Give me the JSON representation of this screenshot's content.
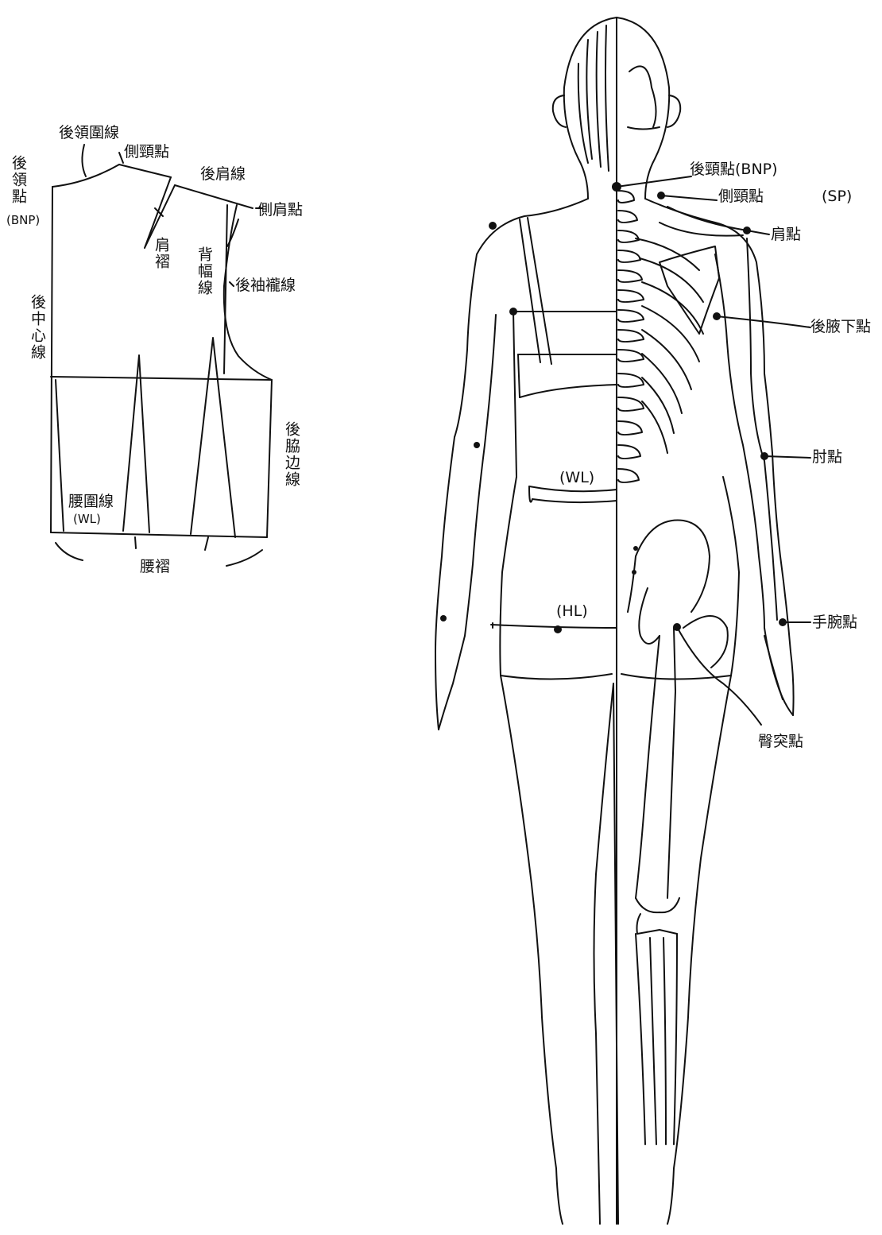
{
  "pattern": {
    "labels": {
      "back_neckline": "後領圍線",
      "side_neck_point": "側頸點",
      "back_neck_point": "後領點",
      "back_neck_point_abbr": "(BNP)",
      "back_shoulder_line": "後肩線",
      "side_shoulder_point": "側肩點",
      "shoulder_dart": "肩褶",
      "back_width_line": "背幅線",
      "back_armhole_line": "後袖襱線",
      "center_back_line": "後中心線",
      "back_side_seam": "後脇边線",
      "waist_line": "腰圍線",
      "waist_line_abbr": "(WL)",
      "waist_dart": "腰褶"
    }
  },
  "figure": {
    "labels": {
      "back_neck_point": "後頸點(BNP)",
      "side_neck_point": "側頸點",
      "sp": "(SP)",
      "shoulder_point": "肩點",
      "back_armpit_point": "後腋下點",
      "elbow_point": "肘點",
      "wrist_point": "手腕點",
      "hip_point": "臀突點",
      "wl": "(WL)",
      "hl": "(HL)"
    }
  },
  "colors": {
    "ink": "#111111",
    "paper": "#ffffff"
  }
}
